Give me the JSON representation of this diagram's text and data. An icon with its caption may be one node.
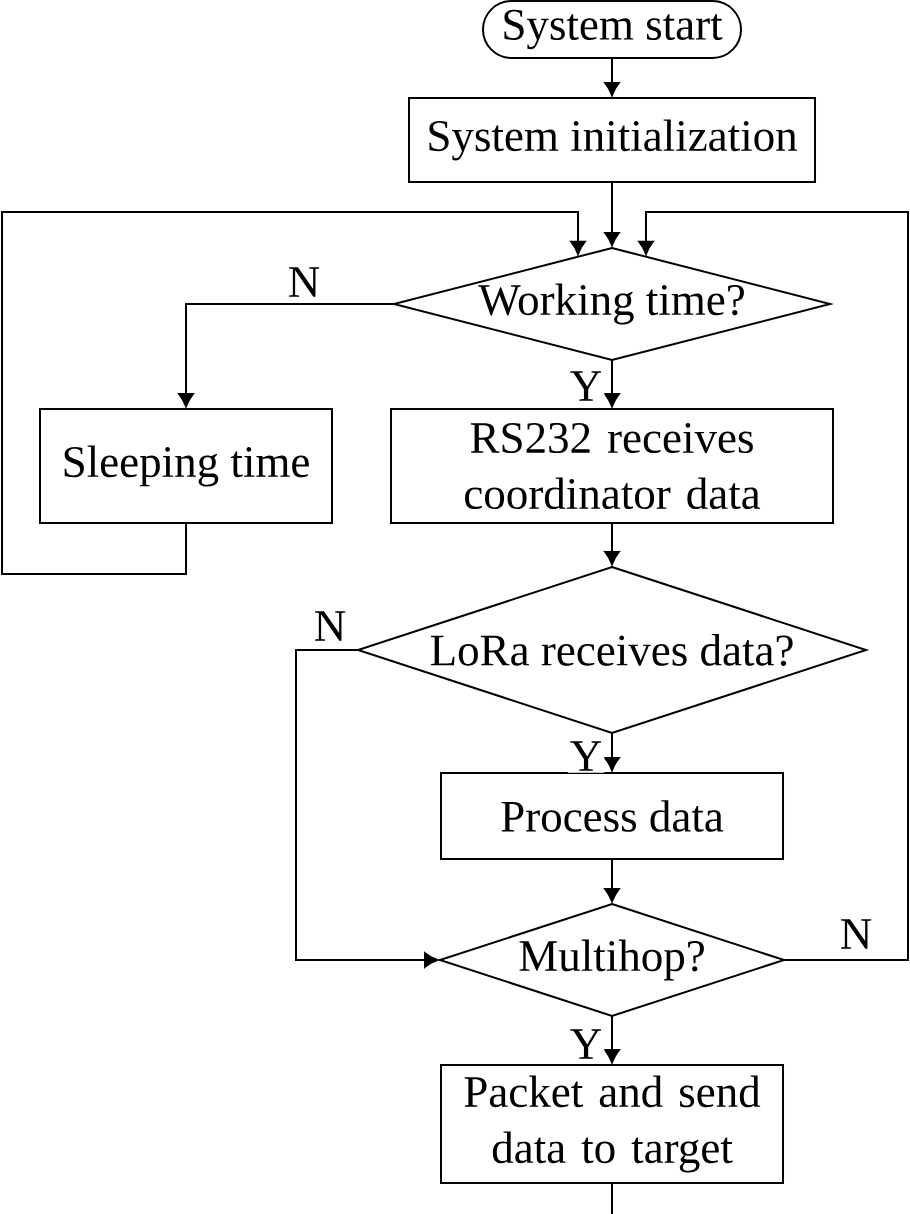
{
  "diagram": {
    "nodes": [
      {
        "text": [
          "System start"
        ]
      },
      {
        "text": [
          "System initialization"
        ]
      },
      {
        "text": [
          "Working time?"
        ]
      },
      {
        "text": [
          "Sleeping time"
        ]
      },
      {
        "text": [
          "RS232 receives coordinator data"
        ]
      },
      {
        "text": [
          "LoRa receives data?"
        ]
      },
      {
        "text": [
          "Process data"
        ]
      },
      {
        "text": [
          "Multihop?"
        ]
      },
      {
        "text": [
          "Packet and send data to target"
        ]
      }
    ],
    "edges": [
      {
        "from": 0,
        "to": 1,
        "arrow": "to"
      },
      {
        "from": 1,
        "to": 2,
        "arrow": "to"
      },
      {
        "from": 2,
        "to": 3,
        "arrow": "to",
        "label": "N"
      },
      {
        "from": 2,
        "to": 4,
        "arrow": "to",
        "label": "Y"
      },
      {
        "from": 3,
        "to": 2,
        "arrow": "to"
      },
      {
        "from": 4,
        "to": 5,
        "arrow": "to"
      },
      {
        "from": 5,
        "to": 6,
        "arrow": "to",
        "label": "Y"
      },
      {
        "from": 5,
        "to": 7,
        "arrow": "to",
        "label": "N"
      },
      {
        "from": 6,
        "to": 7,
        "arrow": "to"
      },
      {
        "from": 7,
        "to": 8,
        "arrow": "to",
        "label": "Y"
      },
      {
        "from": 7,
        "to": 2,
        "arrow": "to",
        "label": "N"
      },
      {
        "from": 8,
        "to": null,
        "arrow": "none"
      }
    ]
  }
}
